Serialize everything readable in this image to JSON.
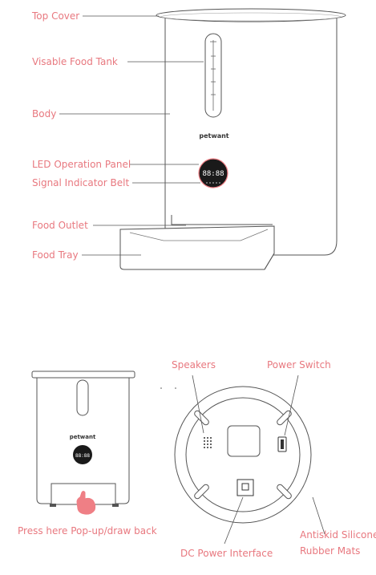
{
  "top_diagram": {
    "labels": {
      "top_cover": "Top Cover",
      "food_tank": "Visable Food Tank",
      "body": "Body",
      "led_panel": "LED Operation Panel",
      "signal_belt": "Signal Indicator Belt",
      "food_outlet": "Food Outlet",
      "food_tray": "Food Tray"
    },
    "brand": "petwant",
    "display_digits": "88:88"
  },
  "bottom_left": {
    "brand": "petwant",
    "display_digits": "88:88",
    "caption": "Press here Pop-up/draw back"
  },
  "bottom_right": {
    "labels": {
      "speakers": "Speakers",
      "power_switch": "Power Switch",
      "antiskid_line1": "Antiskid Silicone",
      "antiskid_line2": "Rubber Mats",
      "dc_power": "DC Power Interface"
    }
  },
  "colors": {
    "label": "#e8787f",
    "line": "#555555",
    "accent_pink": "#ef7f85",
    "panel": "#1a1a1a"
  }
}
